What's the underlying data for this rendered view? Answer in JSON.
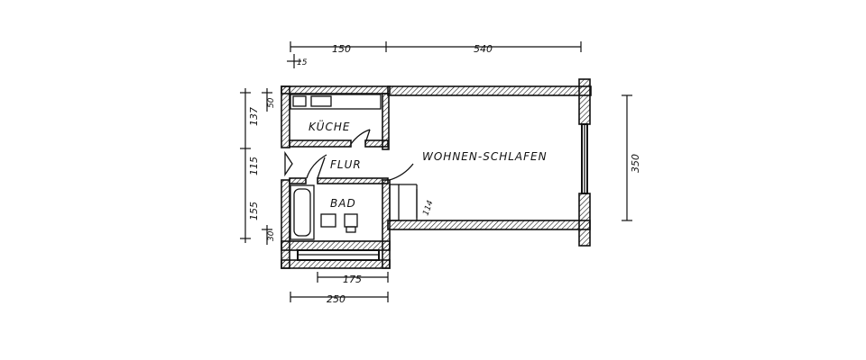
{
  "rooms": {
    "kueche": "KÜCHE",
    "flur": "FLUR",
    "bad": "BAD",
    "wohnen": "WOHNEN-SCHLAFEN"
  },
  "dimensions": {
    "top_left": "150",
    "top_right": "540",
    "top_small": "15",
    "left_50": "50",
    "left_137": "137",
    "left_115": "115",
    "left_155": "155",
    "left_30": "30",
    "right_350": "350",
    "door_114": "114",
    "bottom_175": "175",
    "bottom_250": "250"
  }
}
